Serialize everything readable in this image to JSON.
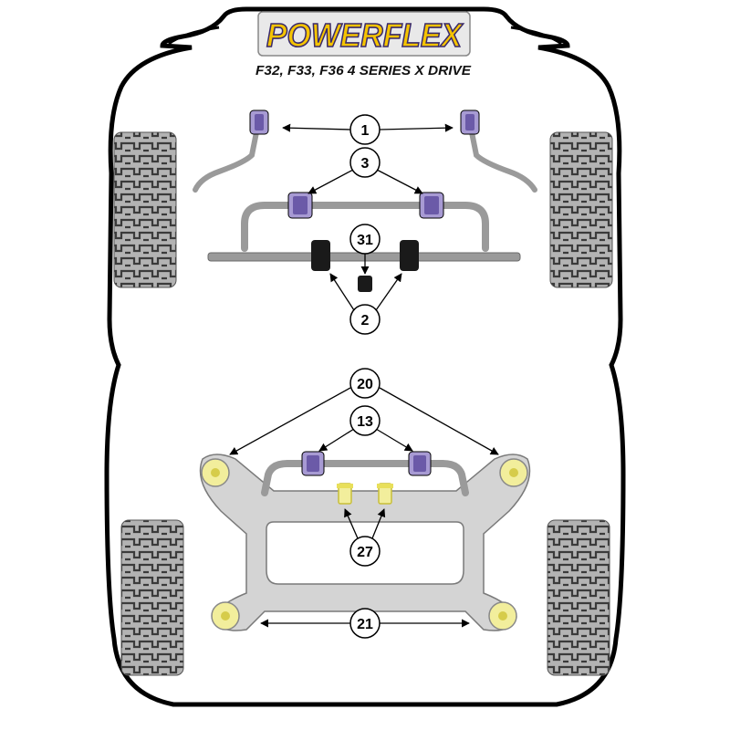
{
  "brand": {
    "logo_text": "POWERFLEX",
    "colors": {
      "logo_fill": "#f5c400",
      "logo_stroke": "#3a2a6a",
      "logo_bg": "#e8e8e8"
    }
  },
  "model_title": "F32, F33, F36 4 SERIES X DRIVE",
  "callouts": {
    "c1": "1",
    "c3": "3",
    "c31": "31",
    "c2": "2",
    "c20": "20",
    "c13": "13",
    "c27": "27",
    "c21": "21"
  },
  "colors": {
    "bush_purple": "#a79ad3",
    "bush_purple_dark": "#6b5aa8",
    "bush_yellow": "#f2ee9c",
    "bush_black": "#1a1a1a",
    "bar_grey": "#9a9a9a",
    "subframe_grey": "#d4d4d4",
    "tyre_grey": "#b7b7b7",
    "body_outline": "#000000"
  }
}
